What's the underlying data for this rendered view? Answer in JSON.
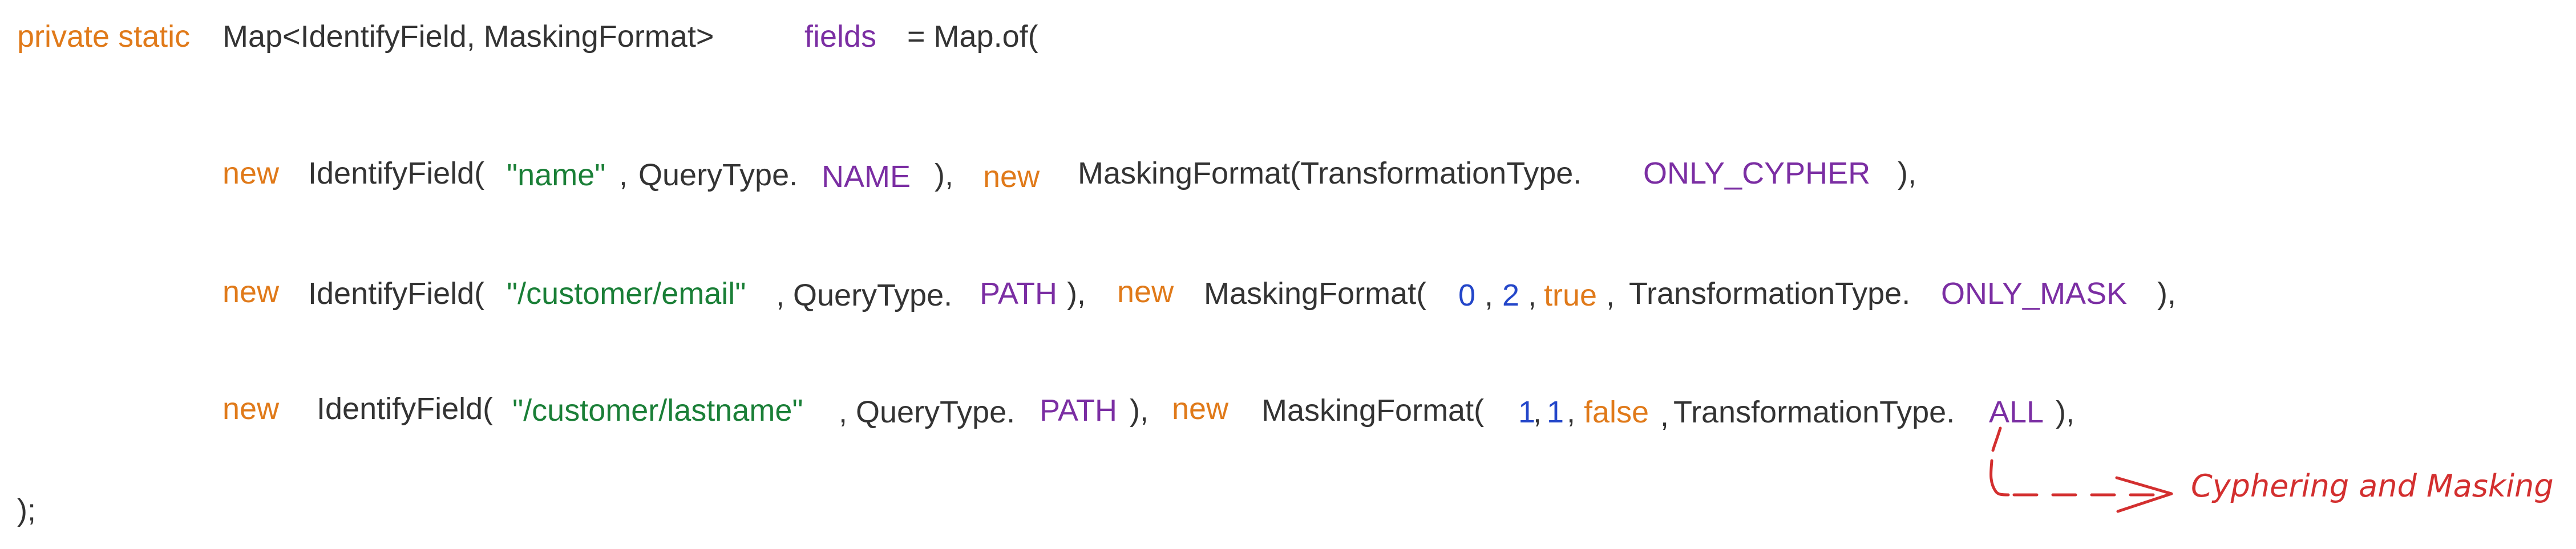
{
  "code": {
    "line1": {
      "modifiers": "private static",
      "type": "Map<IdentifyField, MaskingFormat>",
      "var": "fields",
      "assign": "= Map.of("
    },
    "line2": {
      "kw1": "new",
      "ctor1": "IdentifyField(",
      "arg1": "\"name\"",
      "sep1": ",",
      "qtype": "QueryType.",
      "qconst": "NAME",
      "close1": "),",
      "kw2": "new",
      "ctor2": "MaskingFormat(TransformationType.",
      "tconst": "ONLY_CYPHER",
      "close2": "),"
    },
    "line3": {
      "kw1": "new",
      "ctor1": "IdentifyField(",
      "arg1": "\"/customer/email\"",
      "sep1": ", QueryType.",
      "qconst": "PATH",
      "close1": "),",
      "kw2": "new",
      "ctor2": "MaskingFormat(",
      "n1": "0",
      "c1": ",",
      "n2": "2",
      "c2": ",",
      "b": "true",
      "c3": ",",
      "ttype": "TransformationType.",
      "tconst": "ONLY_MASK",
      "close2": "),"
    },
    "line4": {
      "kw1": "new",
      "ctor1": "IdentifyField(",
      "arg1": "\"/customer/lastname\"",
      "sep1": ", QueryType.",
      "qconst": "PATH",
      "close1": "),",
      "kw2": "new",
      "ctor2": "MaskingFormat(",
      "n1": "1",
      "c1": ",",
      "n2": "1",
      "c2": ",",
      "b": "false",
      "c3": ",",
      "ttype": "TransformationType.",
      "tconst": "ALL",
      "close2": "),"
    },
    "line5": {
      "close": ");"
    }
  },
  "annotation": {
    "text": "Cyphering and Masking"
  },
  "colors": {
    "keyword": "#e07a1a",
    "text": "#333333",
    "field": "#7b2ea3",
    "string": "#1a7f37",
    "number": "#2346c9",
    "annotation": "#d32f2f"
  }
}
